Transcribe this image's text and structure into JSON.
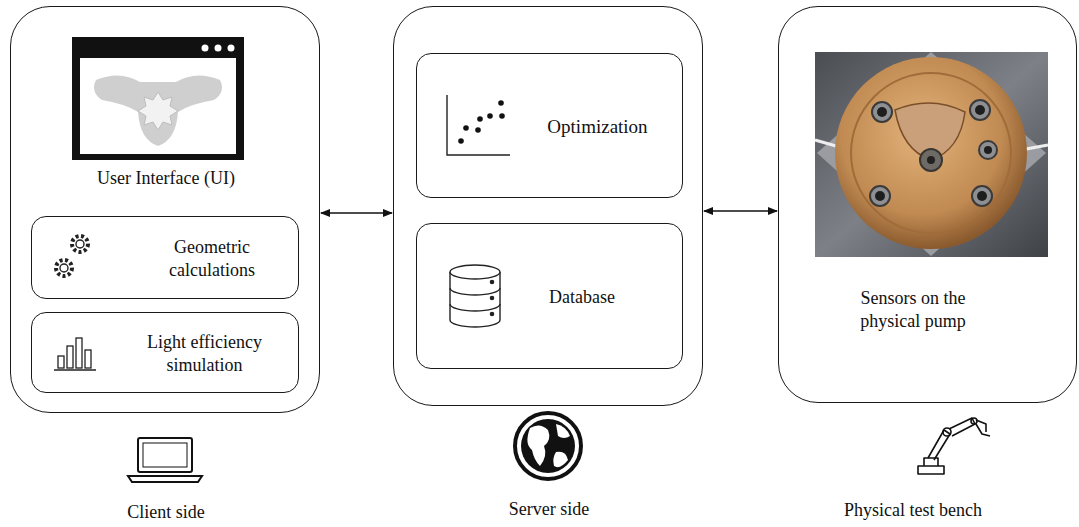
{
  "diagram": {
    "nodes": [
      {
        "text": [
          "User Interface (UI)",
          "Client side"
        ]
      },
      {
        "text": [
          "Geometric calculations"
        ],
        "in": 0
      },
      {
        "text": [
          "Light efficiency simulation"
        ],
        "in": 0
      },
      {
        "text": [
          "Server side"
        ]
      },
      {
        "text": [
          "Optimization"
        ],
        "in": 3
      },
      {
        "text": [
          "Database"
        ],
        "in": 3
      },
      {
        "text": [
          "Sensors on the physical pump",
          "Physical test bench"
        ]
      }
    ],
    "edges": [
      {
        "from": 0,
        "to": 3,
        "arrow": "both"
      },
      {
        "from": 3,
        "to": 6,
        "arrow": "both"
      }
    ]
  }
}
